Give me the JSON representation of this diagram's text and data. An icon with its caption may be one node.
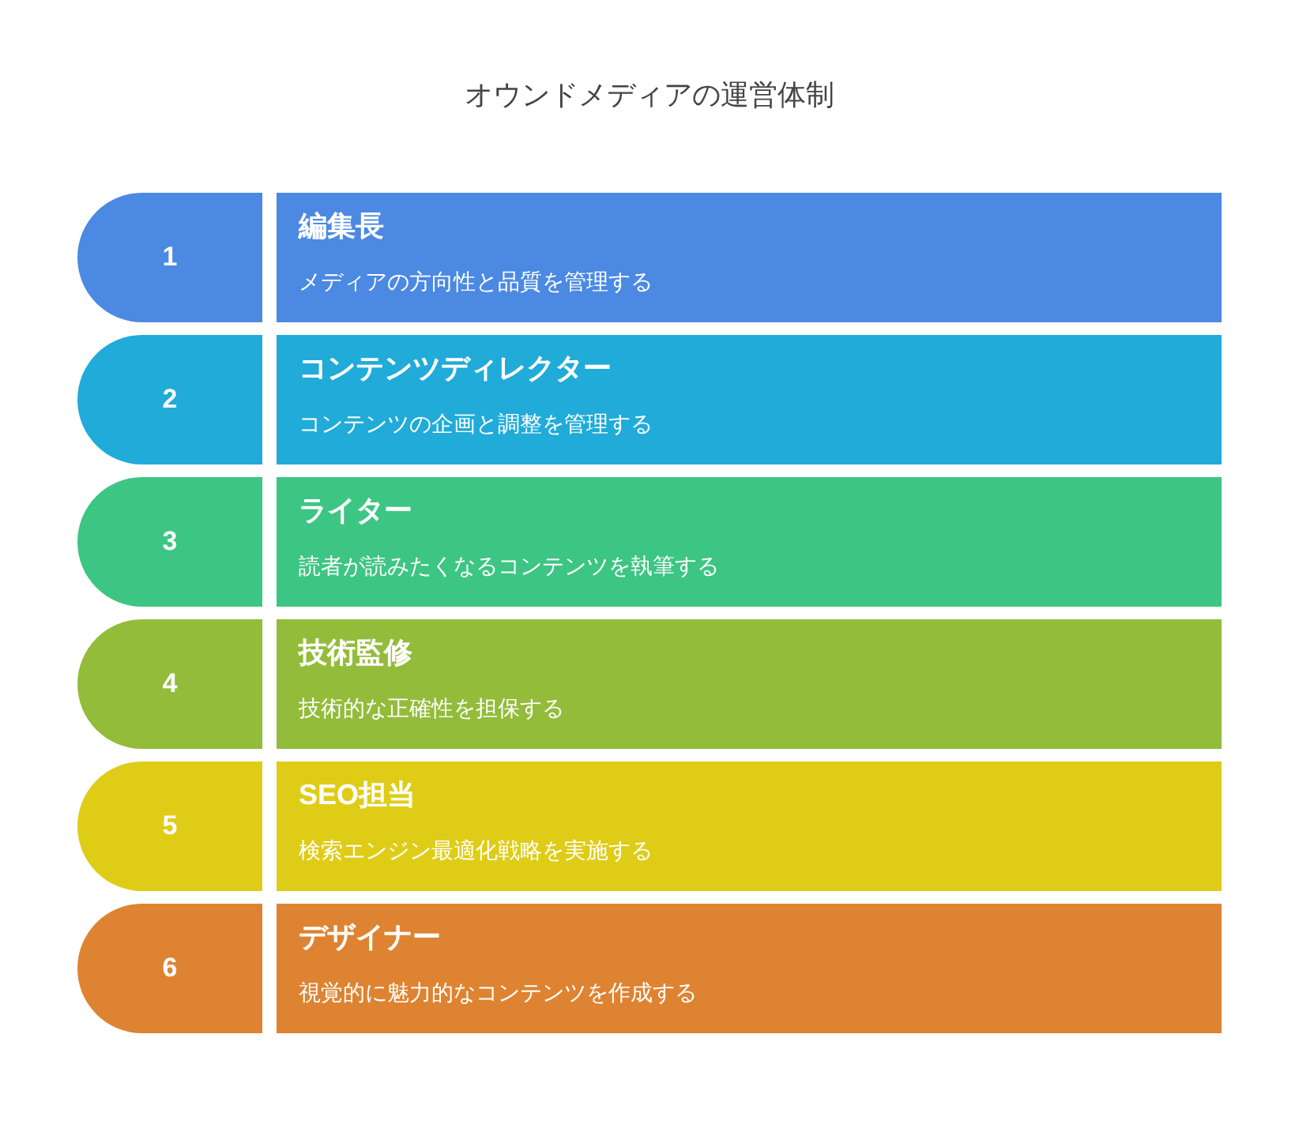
{
  "diagram": {
    "title": "オウンドメディアの運営体制",
    "nodes": [
      {
        "text": [
          "1"
        ]
      },
      {
        "text": [
          "編集長",
          "メディアの方向性と品質を管理する"
        ]
      },
      {
        "text": [
          "2"
        ]
      },
      {
        "text": [
          "コンテンツディレクター",
          "コンテンツの企画と調整を管理する"
        ]
      },
      {
        "text": [
          "3"
        ]
      },
      {
        "text": [
          "ライター",
          "読者が読みたくなるコンテンツを執筆する"
        ]
      },
      {
        "text": [
          "4"
        ]
      },
      {
        "text": [
          "技術監修",
          "技術的な正確性を担保する"
        ]
      },
      {
        "text": [
          "5"
        ]
      },
      {
        "text": [
          "SEO担当",
          "検索エンジン最適化戦略を実施する"
        ]
      },
      {
        "text": [
          "6"
        ]
      },
      {
        "text": [
          "デザイナー",
          "視覚的に魅力的なコンテンツを作成する"
        ]
      }
    ]
  }
}
